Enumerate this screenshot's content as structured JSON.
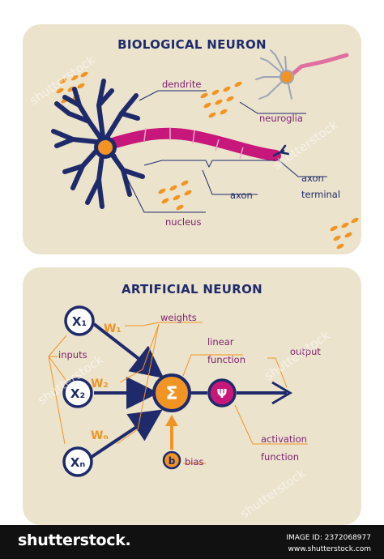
{
  "colors": {
    "card_bg": "#ebe3cc",
    "navy": "#1f2a6b",
    "magenta": "#c8177a",
    "orange": "#f19424",
    "label_text": "#7d1f6e",
    "footer_bg": "#111111"
  },
  "biological": {
    "title": "BIOLOGICAL NEURON",
    "labels": {
      "dendrite": "dendrite",
      "neuroglia": "neuroglia",
      "axon": "axon",
      "axon_terminal_line1": "axon",
      "axon_terminal_line2": "terminal",
      "nucleus": "nucleus"
    }
  },
  "artificial": {
    "title": "ARTIFICIAL NEURON",
    "nodes": {
      "x1": "X₁",
      "x2": "X₂",
      "xn": "Xₙ",
      "sum": "Σ",
      "activation": "Ψ",
      "bias": "b"
    },
    "weights": {
      "w1": "W₁",
      "w2": "W₂",
      "wn": "Wₙ"
    },
    "labels": {
      "weights": "weights",
      "inputs": "inputs",
      "linear_line1": "linear",
      "linear_line2": "function",
      "output": "output",
      "activation_line1": "activation",
      "activation_line2": "function",
      "bias": "bias"
    }
  },
  "footer": {
    "brand": "shutterstock.",
    "image_id": "IMAGE ID: 2372068977",
    "url": "www.shutterstock.com"
  },
  "watermark": "shutterstock"
}
